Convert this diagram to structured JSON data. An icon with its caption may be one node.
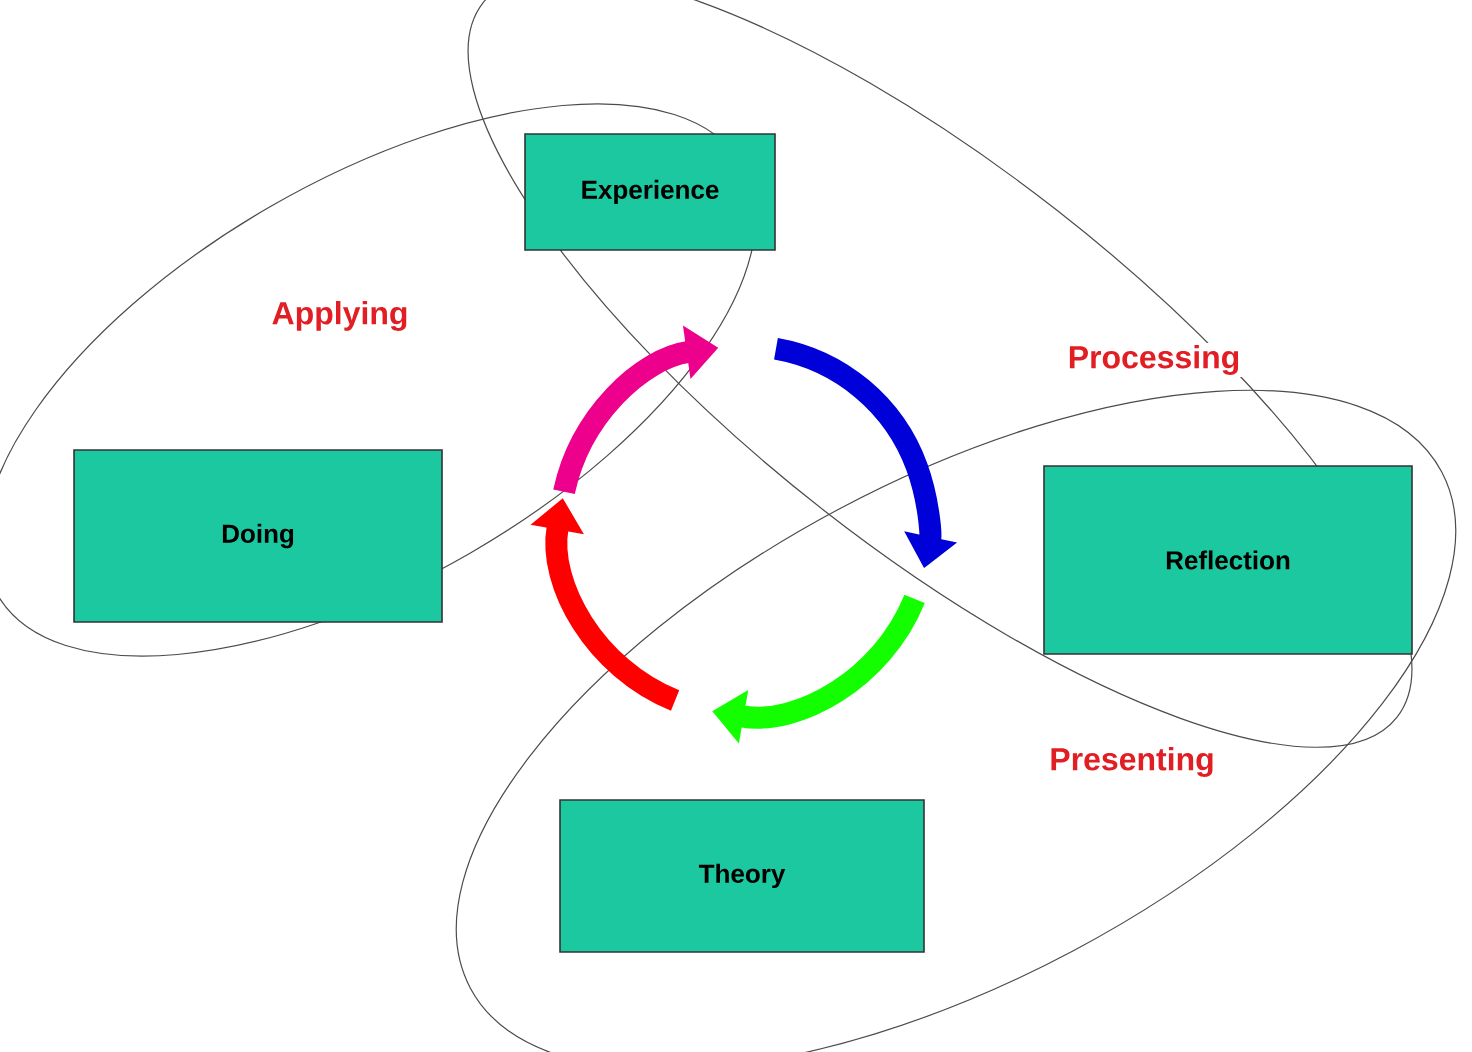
{
  "diagram": {
    "nodes": [
      {
        "text": [
          "Experience"
        ]
      },
      {
        "text": [
          "Doing"
        ]
      },
      {
        "text": [
          "Reflection"
        ]
      },
      {
        "text": [
          "Theory"
        ]
      }
    ],
    "labels": [
      "Applying",
      "Processing",
      "Presenting"
    ]
  }
}
